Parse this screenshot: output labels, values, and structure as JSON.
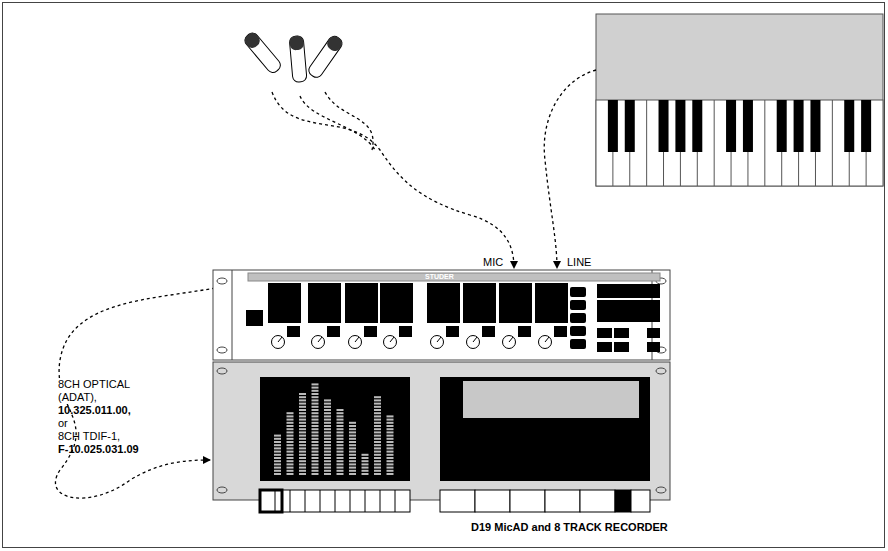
{
  "diagram": {
    "caption": "D19 MicAD and 8 TRACK RECORDER",
    "labels": [
      "STUDER",
      "MIC",
      "LINE",
      "8CH OPTICAL (ADAT),",
      "10.325.011.00,",
      "or",
      "8CH TDIF-1,",
      "F-10.025.031.09"
    ]
  }
}
